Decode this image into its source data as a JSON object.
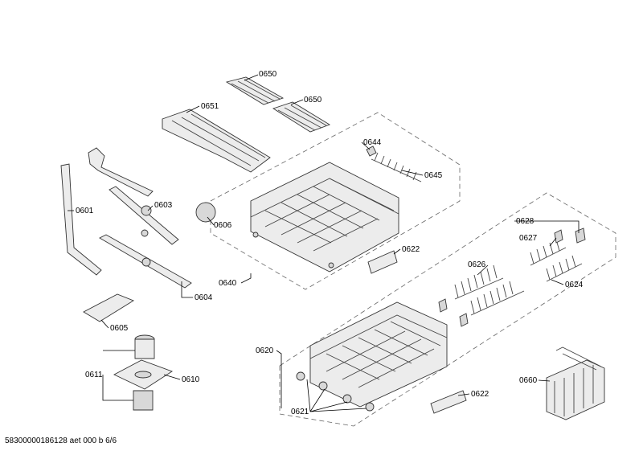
{
  "diagram": {
    "labels": {
      "p0650a": "0650",
      "p0650b": "0650",
      "p0651": "0651",
      "p0644": "0644",
      "p0645": "0645",
      "p0603": "0603",
      "p0601": "0601",
      "p0606": "0606",
      "p0640": "0640",
      "p0622a": "0622",
      "p0628": "0628",
      "p0627": "0627",
      "p0626": "0626",
      "p0624": "0624",
      "p0604": "0604",
      "p0605": "0605",
      "p0611": "0611",
      "p0610": "0610",
      "p0620": "0620",
      "p0621": "0621",
      "p0622b": "0622",
      "p0660": "0660"
    }
  },
  "footer": {
    "doc_id": "58300000186128 aet 000 b 6/6"
  }
}
